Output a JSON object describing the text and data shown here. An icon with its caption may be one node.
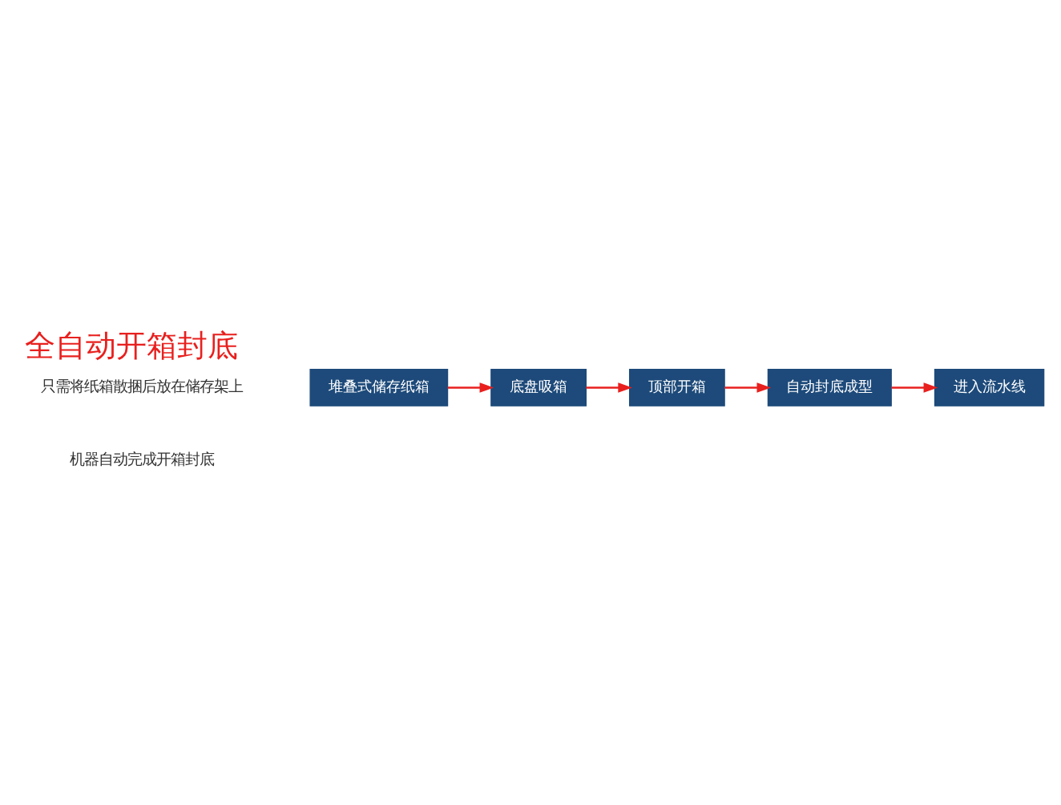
{
  "diagram": {
    "title": "全自动开箱封底",
    "nodes": [
      {
        "text": [
          "堆叠式储存纸箱"
        ]
      },
      {
        "text": [
          "底盘吸箱"
        ]
      },
      {
        "text": [
          "顶部开箱"
        ]
      },
      {
        "text": [
          "自动封底成型"
        ]
      },
      {
        "text": [
          "进入流水线"
        ]
      }
    ],
    "edges": [
      {
        "from": 0,
        "to": 1,
        "arrow": "to"
      },
      {
        "from": 1,
        "to": 2,
        "arrow": "to"
      },
      {
        "from": 2,
        "to": 3,
        "arrow": "to"
      },
      {
        "from": 3,
        "to": 4,
        "arrow": "to"
      }
    ],
    "labels": [
      "只需将纸箱散捆后放在储存架上",
      "机器自动完成开箱封底"
    ]
  }
}
